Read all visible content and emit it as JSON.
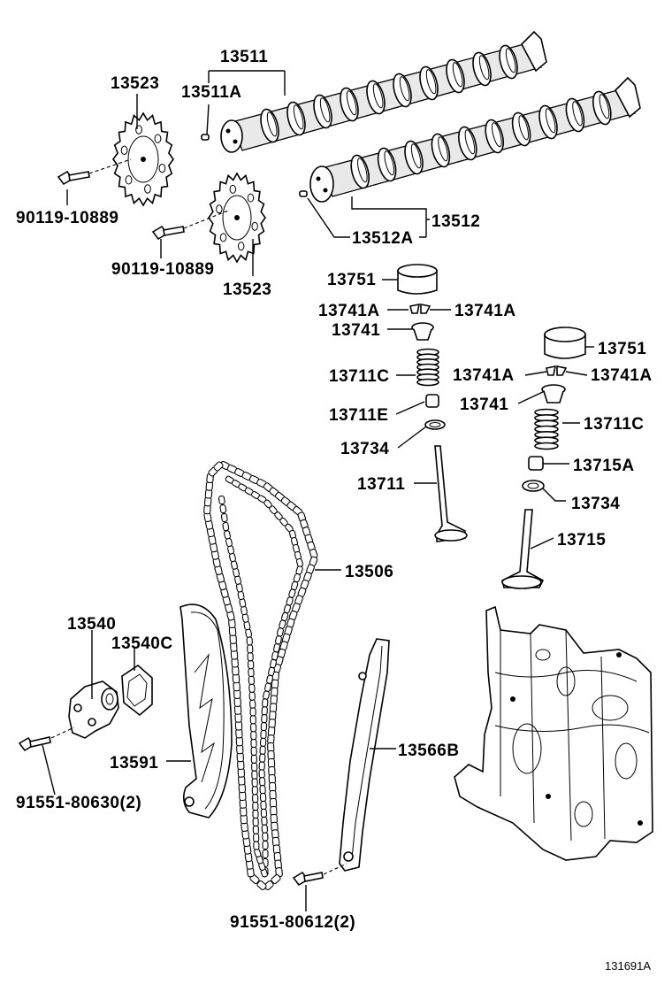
{
  "diagram": {
    "figure_id": "131691A",
    "labels": {
      "camshaft_1": "13511",
      "camshaft_1_pin": "13511A",
      "camshaft_2": "13512",
      "camshaft_2_pin": "13512A",
      "sprocket_top": "13523",
      "sprocket_bottom": "13523",
      "bolt_1": "90119-10889",
      "bolt_2": "90119-10889",
      "lifter_1": "13751",
      "lifter_2": "13751",
      "keeper_1_left": "13741A",
      "keeper_1_right": "13741A",
      "keeper_2_left": "13741A",
      "keeper_2_right": "13741A",
      "retainer_1": "13741",
      "retainer_2": "13741",
      "spring_1": "13711C",
      "spring_2": "13711C",
      "seal_1": "13711E",
      "seal_2": "13715A",
      "washer_1": "13734",
      "washer_2": "13734",
      "valve_1": "13711",
      "valve_2": "13715",
      "chain": "13506",
      "tensioner": "13540",
      "tensioner_gasket": "13540C",
      "chain_slipper": "13591",
      "chain_guide": "13566B",
      "bolt_3": "91551-80630(2)",
      "bolt_4": "91551-80612(2)"
    }
  }
}
